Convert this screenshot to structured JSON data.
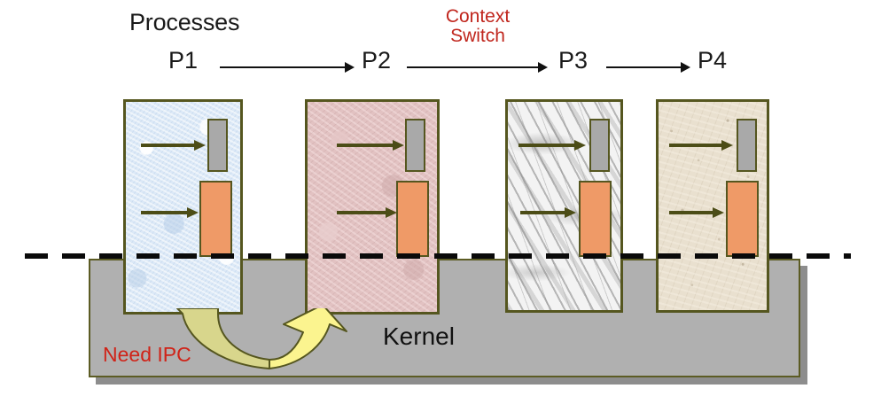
{
  "diagram": {
    "header_title": "Processes",
    "context_switch_label": "Context\nSwitch",
    "kernel_label": "Kernel",
    "ipc_label": "Need IPC",
    "process_labels": [
      "P1",
      "P2",
      "P3",
      "P4"
    ],
    "colors": {
      "kernel_fill": "#b0b0b0",
      "kernel_border": "#5c5c24",
      "box_border": "#55561f",
      "gray_slot": "#a9a9a9",
      "orange_slot": "#ef9a67",
      "arrow_olive": "#4c4d17",
      "arrow_black": "#111111",
      "accent_red": "#c0261d",
      "ipc_red": "#d02318",
      "ipc_arrow_light": "#fbf48f",
      "ipc_arrow_dark": "#d8d68c",
      "boundary_dash": "#0a0a0a"
    },
    "boxes": [
      {
        "label": "P1",
        "texture": "blue"
      },
      {
        "label": "P2",
        "texture": "pink"
      },
      {
        "label": "P3",
        "texture": "marble"
      },
      {
        "label": "P4",
        "texture": "sand"
      }
    ]
  }
}
